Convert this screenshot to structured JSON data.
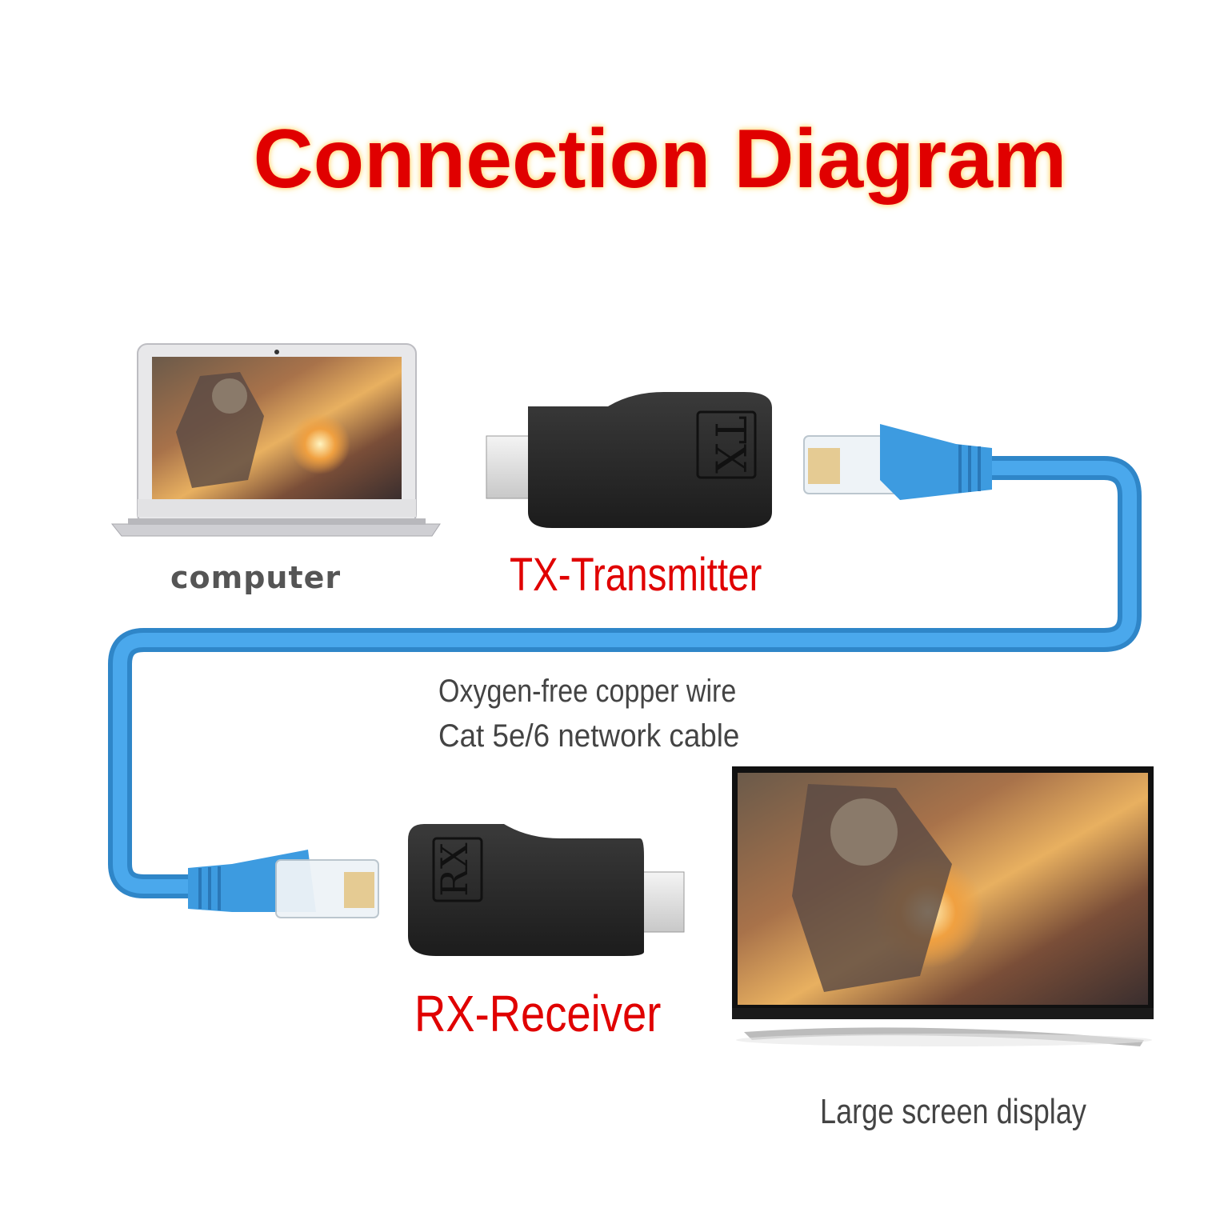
{
  "title": "Connection Diagram",
  "labels": {
    "computer": "computer",
    "transmitter": "TX-Transmitter",
    "receiver": "RX-Receiver",
    "cable_line1": "Oxygen-free copper wire",
    "cable_line2": "Cat 5e/6 network cable",
    "display": "Large screen display"
  },
  "devices": {
    "tx_marking": "TX",
    "rx_marking": "RX"
  },
  "colors": {
    "title": "#e00000",
    "cable": "#3d9be0",
    "adapter": "#2b2b2b",
    "label_gray": "#444444"
  },
  "icons": [
    "laptop-icon",
    "tx-adapter-icon",
    "rj45-plug-icon",
    "cable-icon",
    "rx-adapter-icon",
    "tv-display-icon"
  ]
}
